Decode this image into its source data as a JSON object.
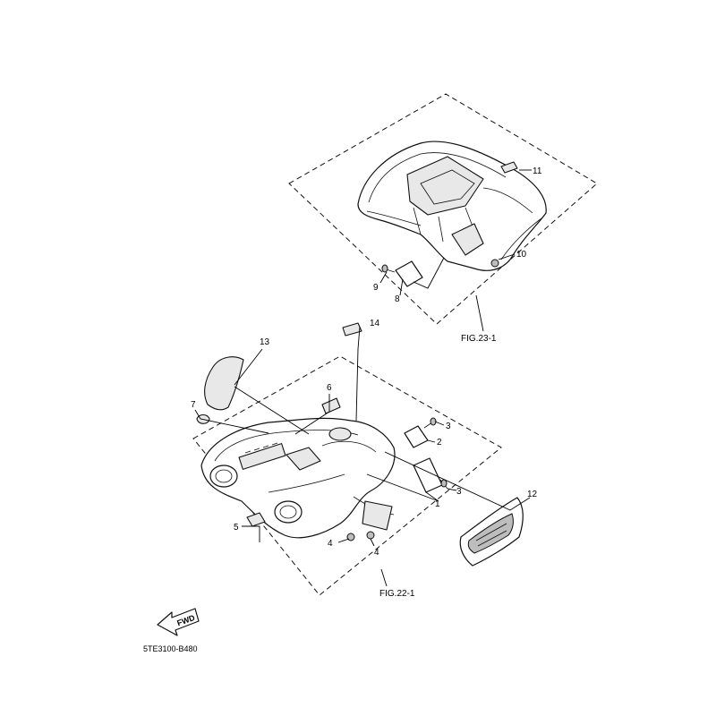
{
  "callouts": [
    {
      "label": "1"
    },
    {
      "label": "2"
    },
    {
      "label": "3"
    },
    {
      "label": "3"
    },
    {
      "label": "4"
    },
    {
      "label": "4"
    },
    {
      "label": "5"
    },
    {
      "label": "6"
    },
    {
      "label": "7"
    },
    {
      "label": "8"
    },
    {
      "label": "9"
    },
    {
      "label": "10"
    },
    {
      "label": "11"
    },
    {
      "label": "12"
    },
    {
      "label": "13"
    },
    {
      "label": "14"
    }
  ],
  "fig_refs": {
    "rear": "FIG.23-1",
    "front": "FIG.22-1"
  },
  "fwd_label": "FWD",
  "drawing_number": "5TE3100-B480"
}
